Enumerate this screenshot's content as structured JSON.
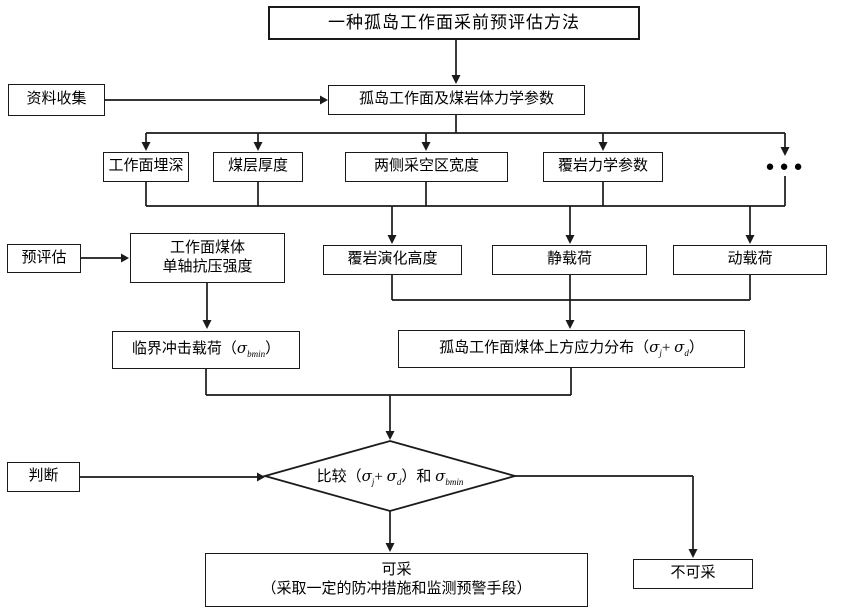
{
  "diagram": {
    "title": "一种孤岛工作面采前预评估方法",
    "stages": {
      "data_collection": "资料收集",
      "pre_evaluation": "预评估",
      "judgment": "判断"
    },
    "nodes": {
      "params": "孤岛工作面及煤岩体力学参数",
      "depth": "工作面埋深",
      "thickness": "煤层厚度",
      "goaf_width": "两侧采空区宽度",
      "overburden_params": "覆岩力学参数",
      "ellipsis": "●●●",
      "ucs_line1": "工作面煤体",
      "ucs_line2": "单轴抗压强度",
      "evo_height": "覆岩演化高度",
      "static_load": "静载荷",
      "dynamic_load": "动载荷",
      "critical_load": {
        "prefix": "临界冲击载荷（",
        "sigma": "σ",
        "sub": "bmin",
        "suffix": "）"
      },
      "stress_dist": {
        "prefix": "孤岛工作面煤体上方应力分布（",
        "sigma1": "σ",
        "sub1": "j",
        "plus": "+ ",
        "sigma2": "σ",
        "sub2": "d",
        "suffix": "）"
      },
      "compare": {
        "prefix": "比较（",
        "sigma1": "σ",
        "sub1": "j",
        "plus": "+ ",
        "sigma2": "σ",
        "sub2": "d",
        "mid": "）和 ",
        "sigma3": "σ",
        "sub3": "bmin"
      },
      "minable_line1": "可采",
      "minable_line2": "（采取一定的防冲措施和监测预警手段）",
      "not_minable": "不可采"
    },
    "colors": {
      "line": "#1a1a1a",
      "border": "#1a1a1a",
      "background": "#ffffff",
      "text": "#000000"
    }
  }
}
